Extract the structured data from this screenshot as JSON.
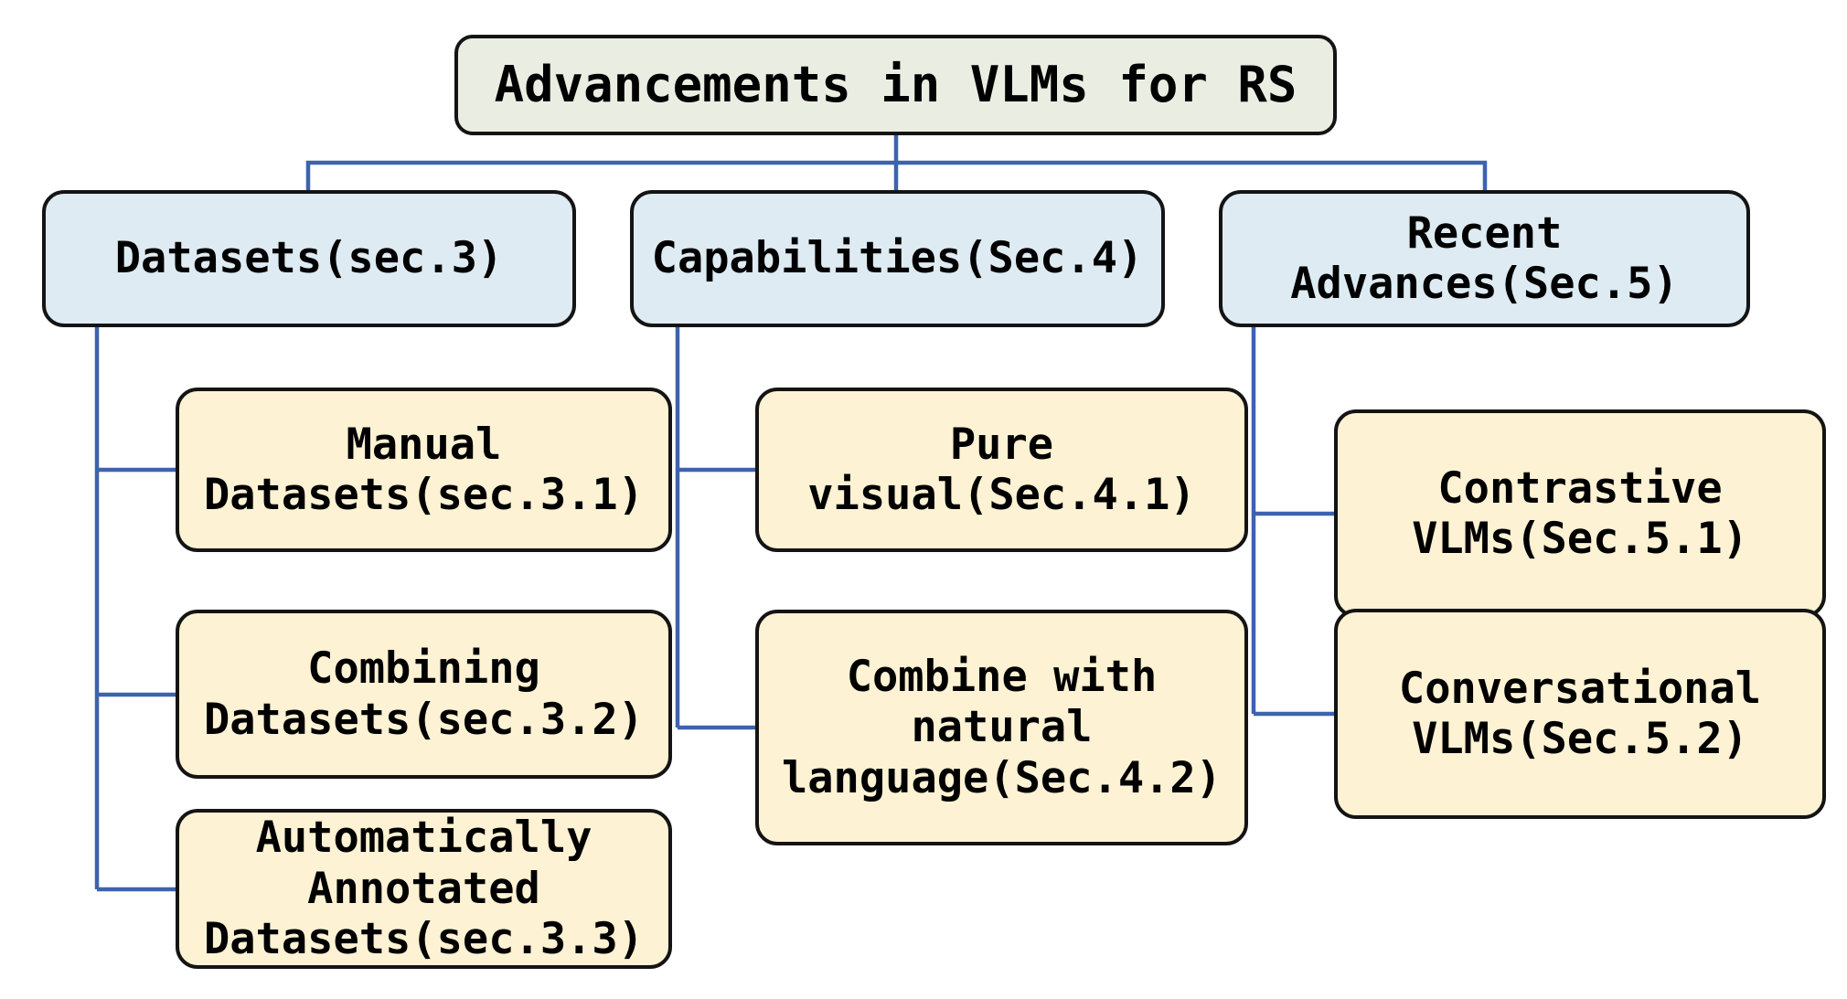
{
  "diagram": {
    "title": "Advancements in VLMs for RS",
    "colors": {
      "root-fill": "#eaeee2",
      "branch-fill": "#deebf3",
      "leaf-fill": "#fdf2d3",
      "node-border": "#141414",
      "connector": "#3d63ad",
      "text": "#000000",
      "background": "#ffffff"
    },
    "branches": [
      {
        "label": "Datasets(sec.3)",
        "children": [
          {
            "label": "Manual\nDatasets(sec.3.1)"
          },
          {
            "label": "Combining\nDatasets(sec.3.2)"
          },
          {
            "label": "Automatically\nAnnotated\nDatasets(sec.3.3)"
          }
        ]
      },
      {
        "label": "Capabilities(Sec.4)",
        "children": [
          {
            "label": "Pure\nvisual(Sec.4.1)"
          },
          {
            "label": "Combine with\nnatural\nlanguage(Sec.4.2)"
          }
        ]
      },
      {
        "label": "Recent\nAdvances(Sec.5)",
        "children": [
          {
            "label": "Contrastive\nVLMs(Sec.5.1)"
          },
          {
            "label": "Conversational\nVLMs(Sec.5.2)"
          }
        ]
      }
    ]
  }
}
